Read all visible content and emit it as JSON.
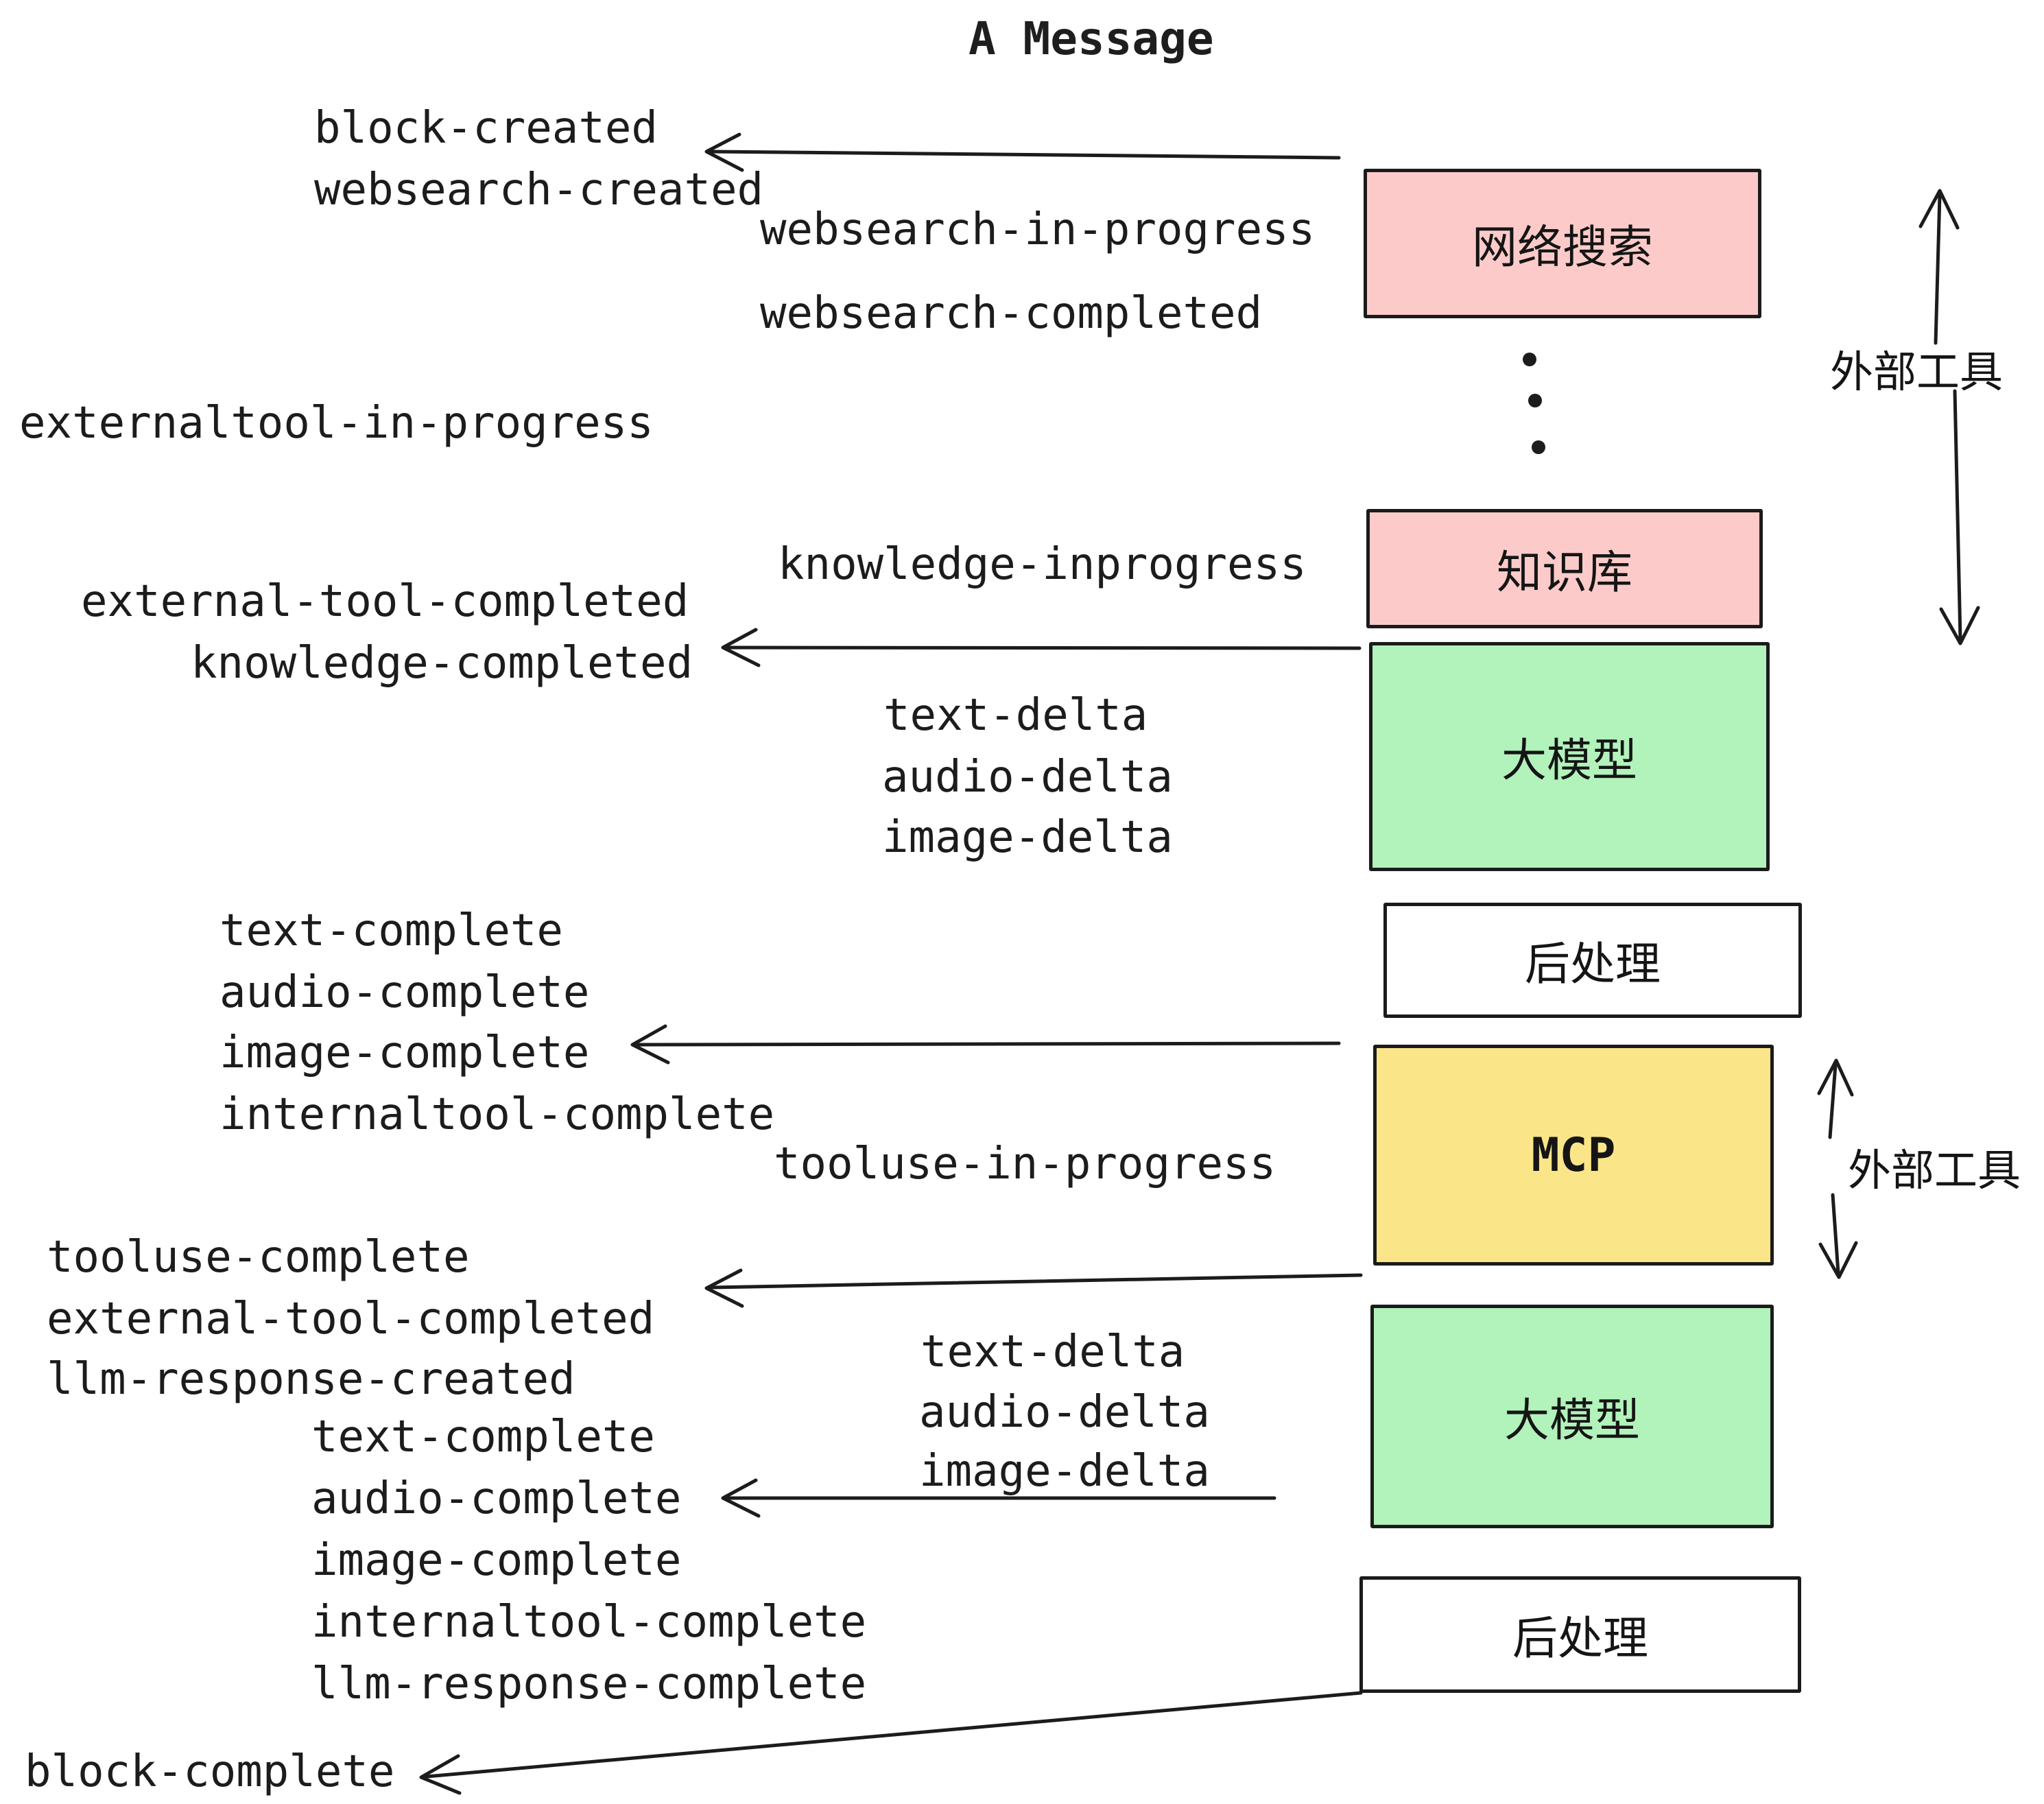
{
  "title": "A Message",
  "colors": {
    "box_pink": "#fccbc9",
    "box_green": "#b2f2bb",
    "box_yellow": "#fae588",
    "box_white": "#ffffff",
    "stroke": "#1c1c1c"
  },
  "boxes": {
    "websearch": "网络搜索",
    "knowledge": "知识库",
    "llm": "大模型",
    "postprocess": "后处理",
    "mcp": "MCP"
  },
  "side": {
    "external_tools": "外部工具"
  },
  "events": {
    "block_created": "block-created",
    "websearch_created": "websearch-created",
    "websearch_in_progress": "websearch-in-progress",
    "websearch_completed": "websearch-completed",
    "externaltool_in_progress": "externaltool-in-progress",
    "knowledge_inprogress": "knowledge-inprogress",
    "external_tool_completed": "external-tool-completed",
    "knowledge_completed": "knowledge-completed",
    "text_delta": "text-delta",
    "audio_delta": "audio-delta",
    "image_delta": "image-delta",
    "text_complete": "text-complete",
    "audio_complete": "audio-complete",
    "image_complete": "image-complete",
    "internaltool_complete": "internaltool-complete",
    "tooluse_in_progress": "tooluse-in-progress",
    "tooluse_complete": "tooluse-complete",
    "llm_response_created": "llm-response-created",
    "llm_response_complete": "llm-response-complete",
    "block_complete": "block-complete"
  }
}
